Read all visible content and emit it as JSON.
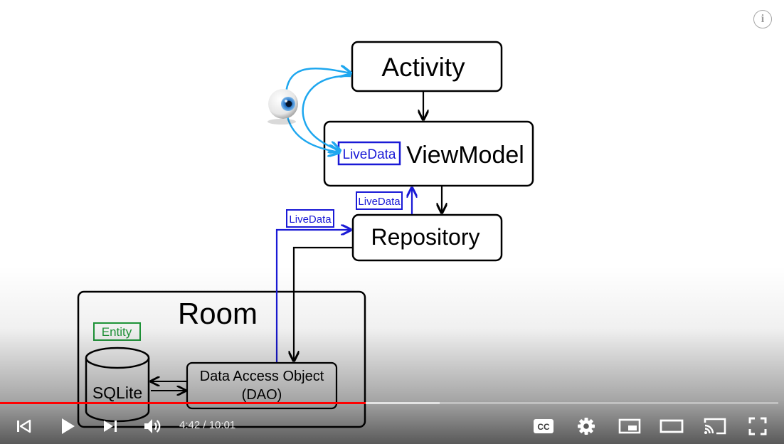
{
  "diagram": {
    "activity_label": "Activity",
    "viewmodel_label": "ViewModel",
    "repository_label": "Repository",
    "room_label": "Room",
    "livedata_labels": [
      "LiveData",
      "LiveData",
      "LiveData"
    ],
    "entity_label": "Entity",
    "sqlite_label": "SQLite",
    "dao_line1": "Data Access Object",
    "dao_line2": "(DAO)",
    "observer_icon": "eye-icon"
  },
  "player": {
    "current_time": "4:42",
    "separator": "/",
    "duration": "10:01",
    "played_fraction": 0.47,
    "buffered_fraction": 0.565,
    "played_color": "#ff0000",
    "controls": {
      "previous": "skip-previous-icon",
      "play": "play-icon",
      "next": "skip-next-icon",
      "volume": "volume-icon",
      "captions": "cc-icon",
      "settings": "gear-icon",
      "miniplayer": "miniplayer-icon",
      "theater": "theater-mode-icon",
      "cast": "cast-icon",
      "fullscreen": "fullscreen-icon",
      "info": "info-icon"
    }
  },
  "colors": {
    "livedata_blue": "#1a1ad6",
    "arrow_light_blue": "#1ea7ef",
    "entity_green": "#1f9b3a"
  }
}
